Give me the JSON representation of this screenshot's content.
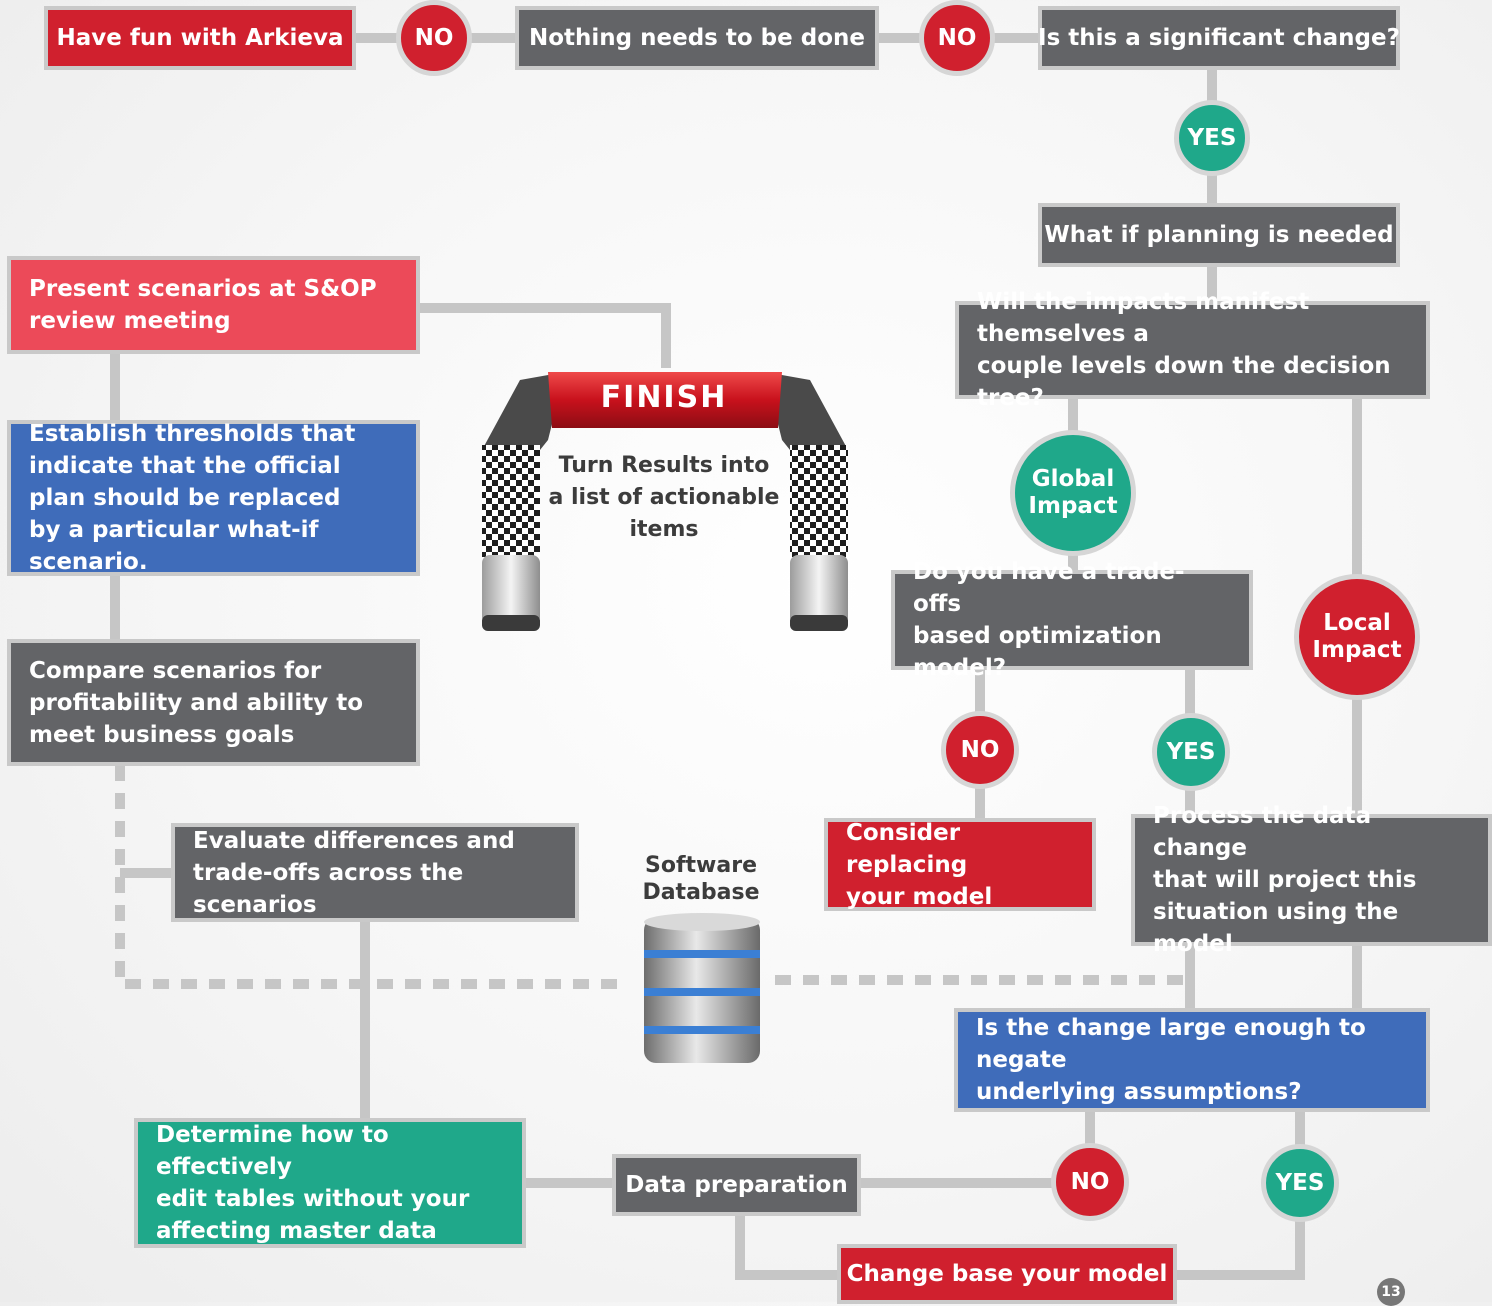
{
  "boxes": {
    "have_fun": "Have fun with Arkieva",
    "nothing_needed": "Nothing needs to be done",
    "significant_change": "Is this a significant change?",
    "what_if": "What if planning is needed",
    "impacts": [
      "Will the impacts manifest themselves a",
      "couple levels down the decision tree?"
    ],
    "present": [
      "Present scenarios at S&OP",
      "review meeting"
    ],
    "thresholds": [
      "Establish thresholds that",
      "indicate that the official",
      "plan should be replaced",
      "by a particular what-if scenario."
    ],
    "compare": [
      "Compare scenarios for",
      "profitability and ability to",
      "meet business goals"
    ],
    "tradeoffs_model": [
      "Do you have a trade-offs",
      "based optimization model?"
    ],
    "consider_replacing": [
      "Consider replacing",
      "your model"
    ],
    "process_data": [
      "Process the data change",
      "that will project this",
      "situation using the model"
    ],
    "evaluate": [
      "Evaluate differences and",
      "trade-offs across the scenarios"
    ],
    "change_large": [
      "Is the change large enough to negate",
      "underlying assumptions?"
    ],
    "determine": [
      "Determine how to effectively",
      "edit tables without  your",
      "affecting master data"
    ],
    "data_prep": "Data preparation",
    "change_base": "Change base your model"
  },
  "circles": {
    "no_1": "NO",
    "no_2": "NO",
    "yes_1": "YES",
    "global": [
      "Global",
      "Impact"
    ],
    "local": [
      "Local",
      "Impact"
    ],
    "no_3": "NO",
    "yes_2": "YES",
    "no_4": "NO",
    "yes_3": "YES"
  },
  "finish": {
    "banner": "FINISH",
    "caption": [
      "Turn Results into",
      "a list of actionable",
      "items"
    ]
  },
  "database": {
    "label": [
      "Software",
      "Database"
    ]
  },
  "page_number": "13",
  "colors": {
    "gray": "#636467",
    "red": "#d0202e",
    "pink": "#ec4a59",
    "blue": "#3f6cba",
    "green": "#1fa88a",
    "connector": "#c9c9c9"
  }
}
